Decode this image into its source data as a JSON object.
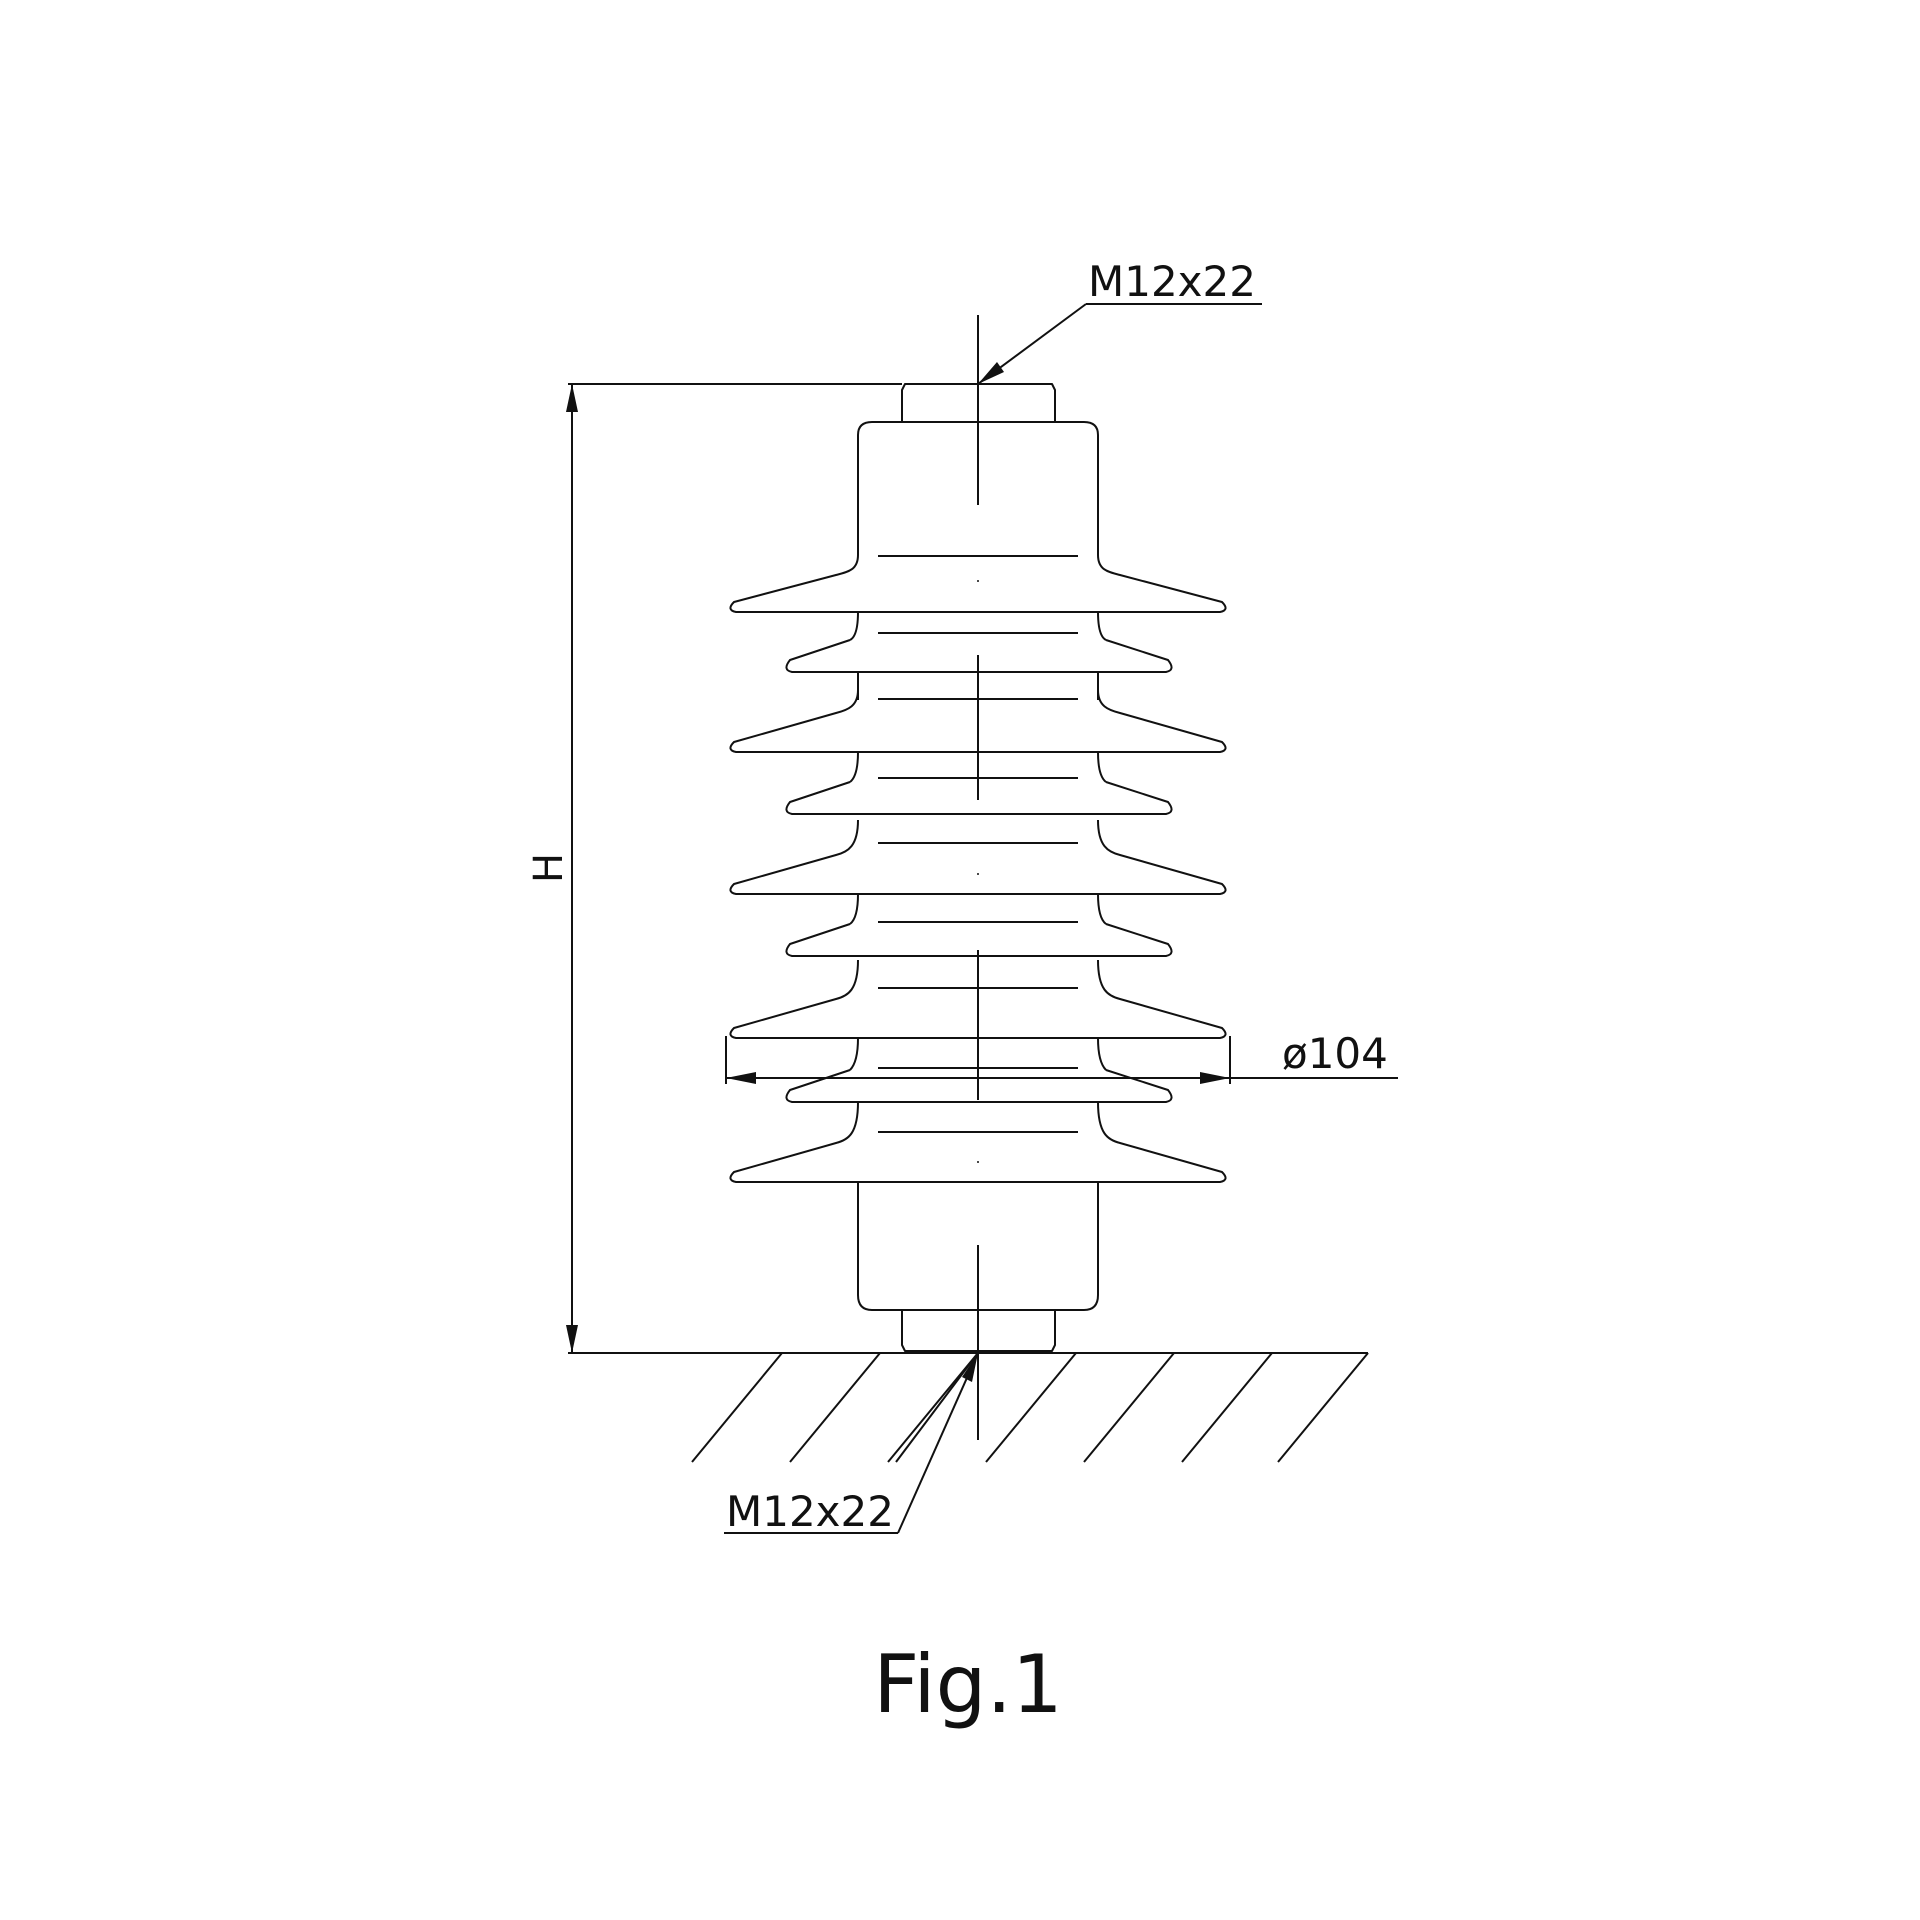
{
  "labels": {
    "top_thread": "M12x22",
    "bottom_thread": "M12x22",
    "diameter": "ø104",
    "height": "H",
    "caption": "Fig.1"
  },
  "colors": {
    "line": "#111111",
    "background": "#ffffff"
  },
  "shed_count": 9
}
